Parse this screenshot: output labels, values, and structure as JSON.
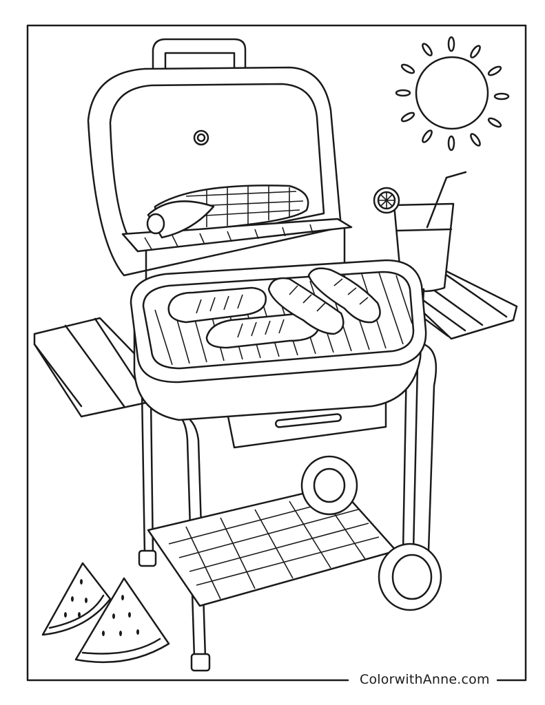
{
  "page": {
    "watermark": "ColorwithAnne.com",
    "line_color": "#1a1a1a",
    "background": "#ffffff"
  },
  "illustration": {
    "objects": [
      "grill",
      "grill-lid",
      "corn-cob",
      "sausages",
      "side-shelf-left",
      "side-shelf-right",
      "lemonade-glass",
      "lemon-slice",
      "straw",
      "sun",
      "watermelon-slices",
      "wheels",
      "bottom-rack"
    ]
  }
}
